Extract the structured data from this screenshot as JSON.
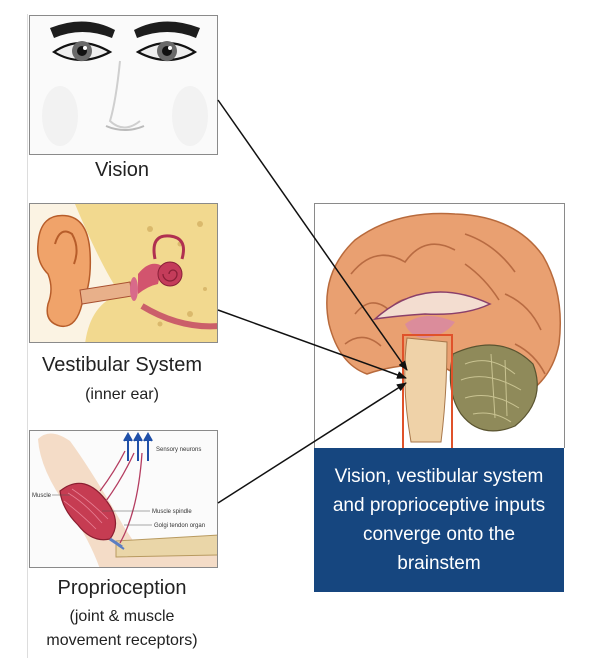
{
  "panels": {
    "vision": {
      "label": "Vision"
    },
    "vestibular": {
      "label": "Vestibular System",
      "sublabel": "(inner ear)"
    },
    "proprioception": {
      "label": "Proprioception",
      "sublabel_line1": "(joint & muscle",
      "sublabel_line2": "movement receptors)",
      "annotations": {
        "sensory_neurons": "Sensory neurons",
        "muscle": "Muscle",
        "muscle_spindle": "Muscle spindle",
        "golgi_tendon_organ": "Golgi tendon organ"
      }
    }
  },
  "brain": {
    "caption_line1": "Vision, vestibular system",
    "caption_line2": "and proprioceptive inputs",
    "caption_line3": "converge onto the",
    "caption_line4": "brainstem",
    "caption_bg": "#16467f",
    "highlight_color": "#e0522a"
  }
}
